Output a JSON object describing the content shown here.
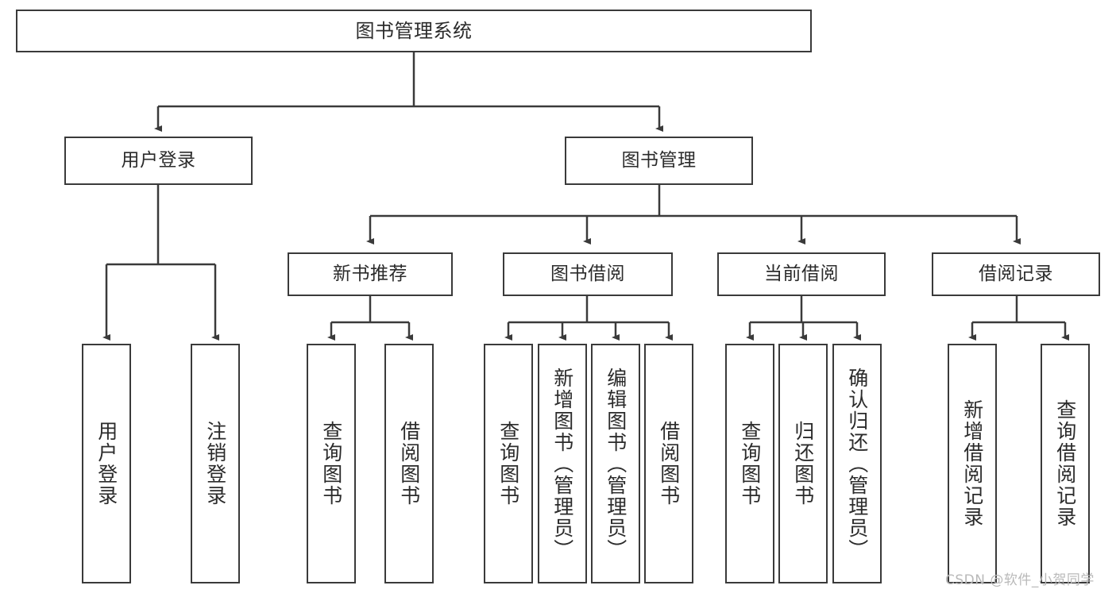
{
  "diagram": {
    "title": "图书管理系统",
    "watermark": "CSDN @软件_小贺同学",
    "colors": {
      "stroke": "#3a3a3a",
      "fill": "#ffffff",
      "text": "#2b2b2b",
      "watermark": "#b9b9b9",
      "background": "#ffffff"
    },
    "root": {
      "label": "图书管理系统"
    },
    "level1": [
      {
        "label": "用户登录"
      },
      {
        "label": "图书管理"
      }
    ],
    "level2": [
      {
        "label": "新书推荐"
      },
      {
        "label": "图书借阅"
      },
      {
        "label": "当前借阅"
      },
      {
        "label": "借阅记录"
      }
    ],
    "leaves": {
      "user_login": [
        {
          "label": "用户登录"
        },
        {
          "label": "注销登录"
        }
      ],
      "new_book_recommend": [
        {
          "label": "查询图书"
        },
        {
          "label": "借阅图书"
        }
      ],
      "book_borrow": [
        {
          "label": "查询图书"
        },
        {
          "label": "新增图书（管理员）"
        },
        {
          "label": "编辑图书（管理员）"
        },
        {
          "label": "借阅图书"
        }
      ],
      "current_borrow": [
        {
          "label": "查询图书"
        },
        {
          "label": "归还图书"
        },
        {
          "label": "确认归还（管理员）"
        }
      ],
      "borrow_record": [
        {
          "label": "新增借阅记录"
        },
        {
          "label": "查询借阅记录"
        }
      ]
    }
  }
}
